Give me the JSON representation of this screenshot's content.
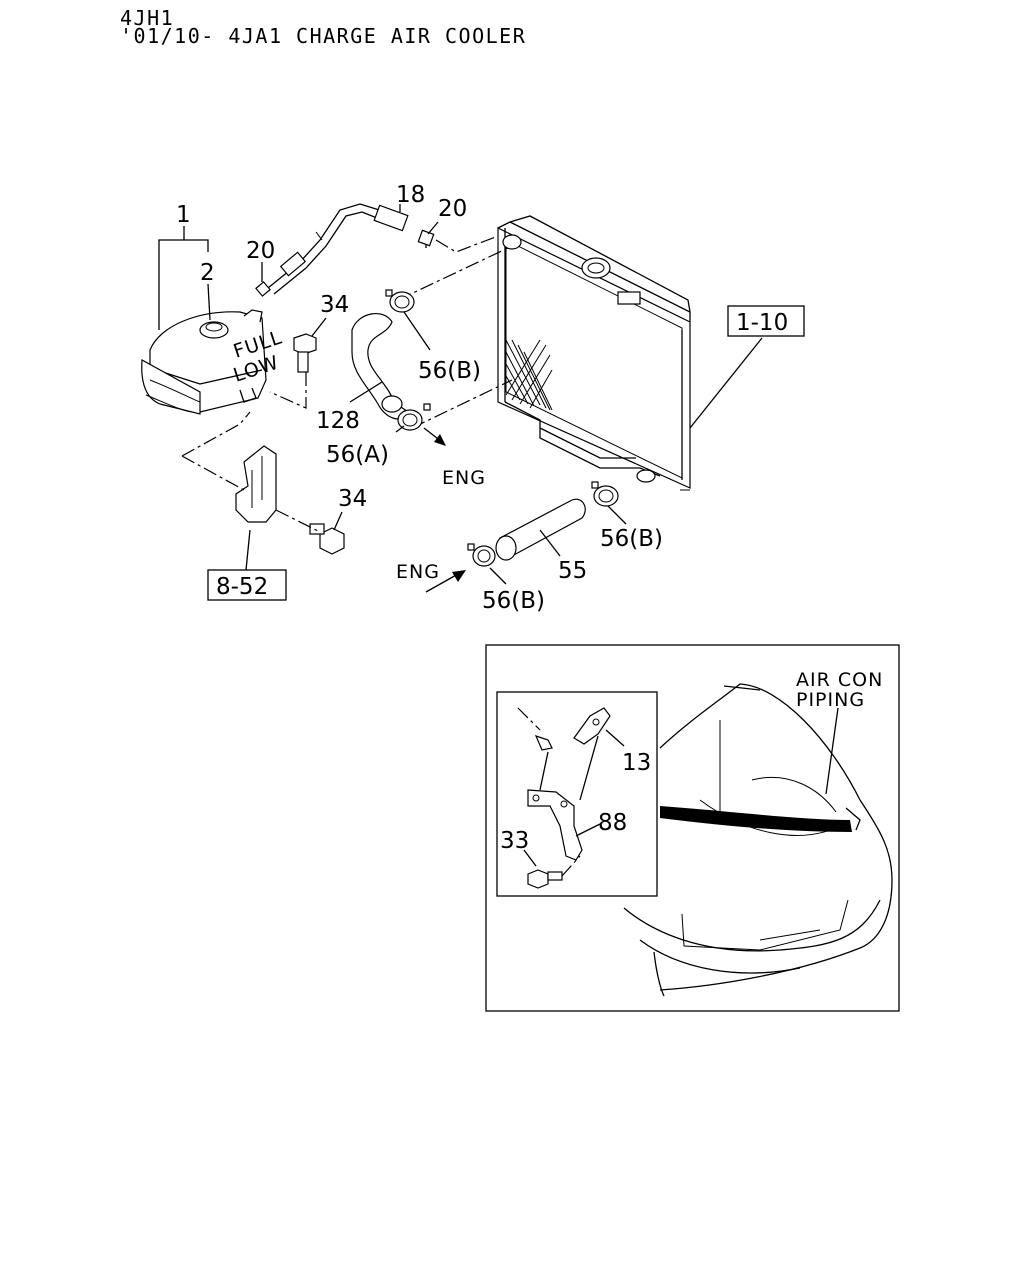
{
  "header": {
    "line1": "4JH1",
    "line2": "'01/10- 4JA1 CHARGE AIR COOLER"
  },
  "callouts": {
    "c1": "1",
    "c2": "2",
    "c18": "18",
    "c20a": "20",
    "c20b": "20",
    "c34a": "34",
    "c34b": "34",
    "c128": "128",
    "c56b_1": "56(B)",
    "c56a": "56(A)",
    "c56b_2": "56(B)",
    "c56b_3": "56(B)",
    "c55": "55",
    "ref_1_10": "1-10",
    "ref_8_52": "8-52",
    "eng1": "ENG",
    "eng2": "ENG"
  },
  "detail": {
    "c13": "13",
    "c88": "88",
    "c33": "33",
    "aircon_line1": "AIR CON",
    "aircon_line2": "PIPING"
  }
}
